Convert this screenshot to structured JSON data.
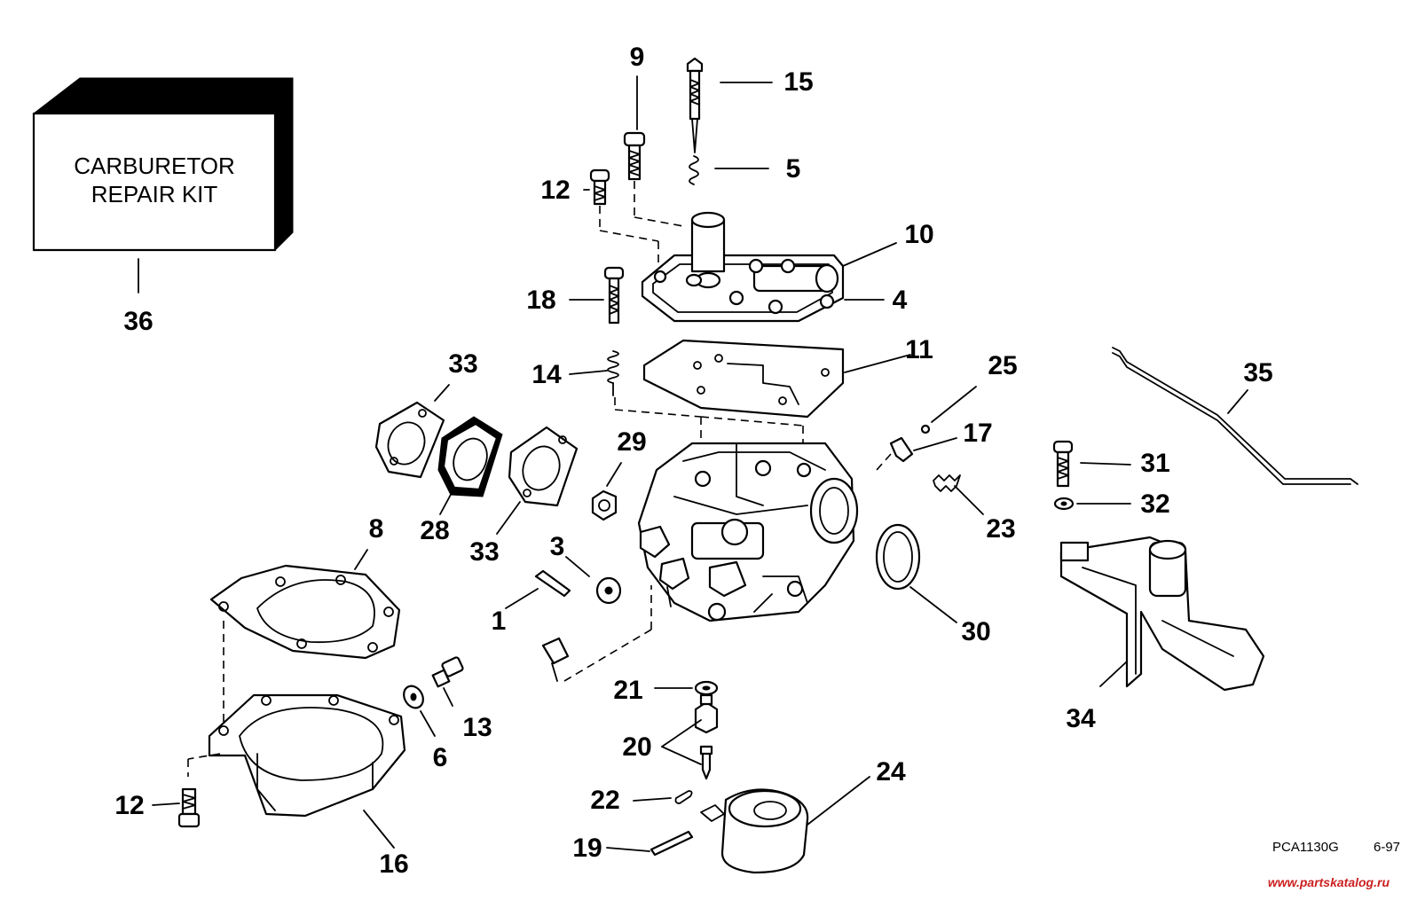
{
  "kit_box": {
    "line1": "CARBURETOR",
    "line2": "REPAIR KIT"
  },
  "callouts": {
    "c1": "1",
    "c3": "3",
    "c4": "4",
    "c5": "5",
    "c6": "6",
    "c8": "8",
    "c9": "9",
    "c10": "10",
    "c11": "11",
    "c12a": "12",
    "c12b": "12",
    "c13": "13",
    "c14": "14",
    "c15": "15",
    "c16": "16",
    "c17": "17",
    "c18": "18",
    "c19": "19",
    "c20": "20",
    "c21": "21",
    "c22": "22",
    "c23": "23",
    "c24": "24",
    "c25": "25",
    "c28": "28",
    "c29": "29",
    "c30": "30",
    "c31": "31",
    "c32": "32",
    "c33a": "33",
    "c33b": "33",
    "c34": "34",
    "c35": "35",
    "c36": "36"
  },
  "footer": {
    "code": "PCA1130G",
    "date": "6-97",
    "watermark": "www.partskatalog.ru"
  },
  "colors": {
    "ink": "#000000",
    "paper": "#ffffff",
    "watermark": "#cc1f1f"
  }
}
